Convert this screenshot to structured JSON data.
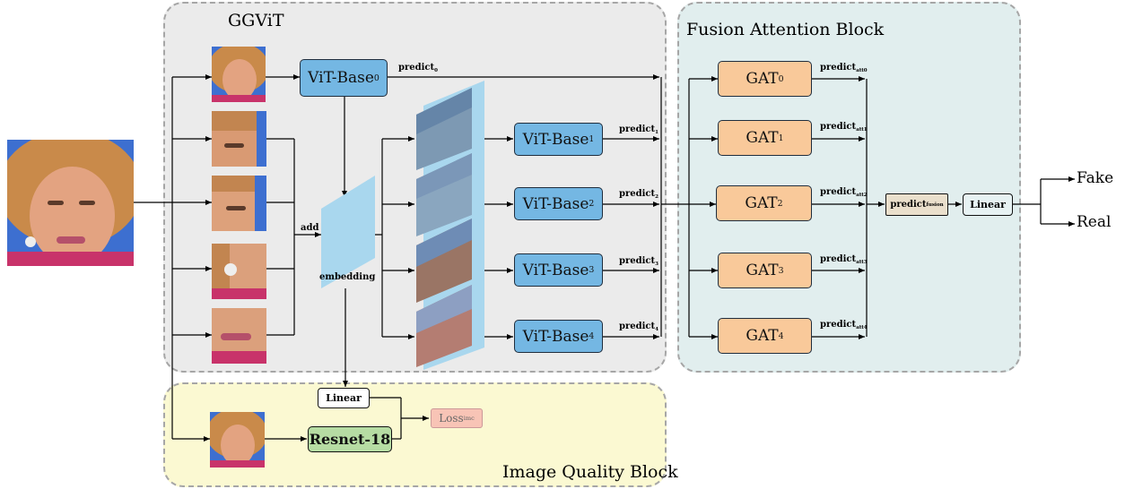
{
  "regions": {
    "ggvit": {
      "title": "GGViT"
    },
    "fusion": {
      "title": "Fusion Attention Block"
    },
    "quality": {
      "title": "Image Quality Block"
    }
  },
  "vit_blocks": [
    {
      "name": "ViT-Base",
      "sub": "0",
      "predict": "predict",
      "predict_sub": "0"
    },
    {
      "name": "ViT-Base",
      "sub": "1",
      "predict": "predict",
      "predict_sub": "1"
    },
    {
      "name": "ViT-Base",
      "sub": "2",
      "predict": "predict",
      "predict_sub": "2"
    },
    {
      "name": "ViT-Base",
      "sub": "3",
      "predict": "predict",
      "predict_sub": "3"
    },
    {
      "name": "ViT-Base",
      "sub": "4",
      "predict": "predict",
      "predict_sub": "4"
    }
  ],
  "gat_blocks": [
    {
      "name": "GAT",
      "sub": "0",
      "predict": "predict",
      "predict_sub": "att0"
    },
    {
      "name": "GAT",
      "sub": "1",
      "predict": "predict",
      "predict_sub": "att1"
    },
    {
      "name": "GAT",
      "sub": "2",
      "predict": "predict",
      "predict_sub": "att2"
    },
    {
      "name": "GAT",
      "sub": "3",
      "predict": "predict",
      "predict_sub": "att3"
    },
    {
      "name": "GAT",
      "sub": "4",
      "predict": "predict",
      "predict_sub": "att4"
    }
  ],
  "labels": {
    "add": "add",
    "embedding": "embedding",
    "linear_quality": "Linear",
    "resnet": "Resnet-18",
    "loss": "Loss",
    "loss_sub": "imc",
    "predict_fusion": "predict",
    "predict_fusion_sub": "fusion",
    "linear_fusion": "Linear",
    "fake": "Fake",
    "real": "Real"
  }
}
